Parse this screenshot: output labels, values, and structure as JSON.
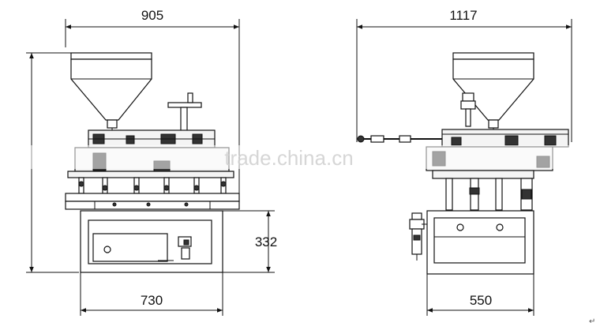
{
  "dimensions": {
    "front_width": "905",
    "side_width": "1117",
    "base_width_front": "730",
    "base_height": "332",
    "base_width_side": "550"
  },
  "watermark": "trade.china.cn",
  "corner_mark": "↵"
}
